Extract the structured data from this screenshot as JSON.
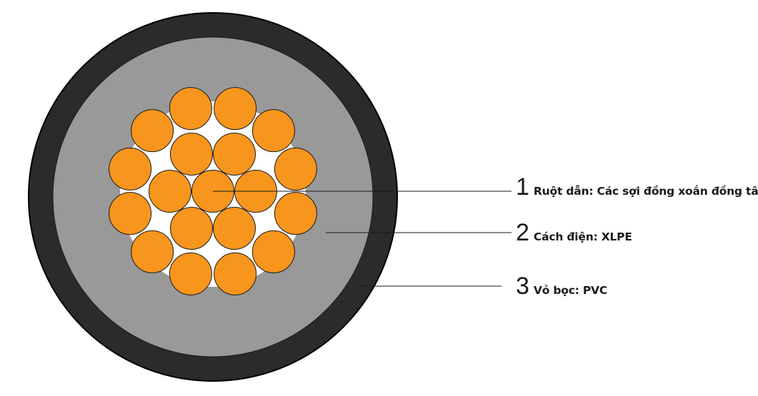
{
  "colors": {
    "sheath": "#2b2b2b",
    "insulation": "#999999",
    "conductor_fill": "#f7951d",
    "conductor_stroke": "#1a1a1a",
    "leader_line": "#1a1a1a"
  },
  "layers": [
    {
      "number": "1",
      "label": "Ruột dẫn: Các sợi đồng xoắn đồng tâm",
      "component": "conductor"
    },
    {
      "number": "2",
      "label": "Cách điện: XLPE",
      "component": "insulation"
    },
    {
      "number": "3",
      "label": "Vỏ bọc: PVC",
      "component": "sheath"
    }
  ],
  "strands": {
    "center": 1,
    "inner_ring": 6,
    "outer_ring": 12
  }
}
